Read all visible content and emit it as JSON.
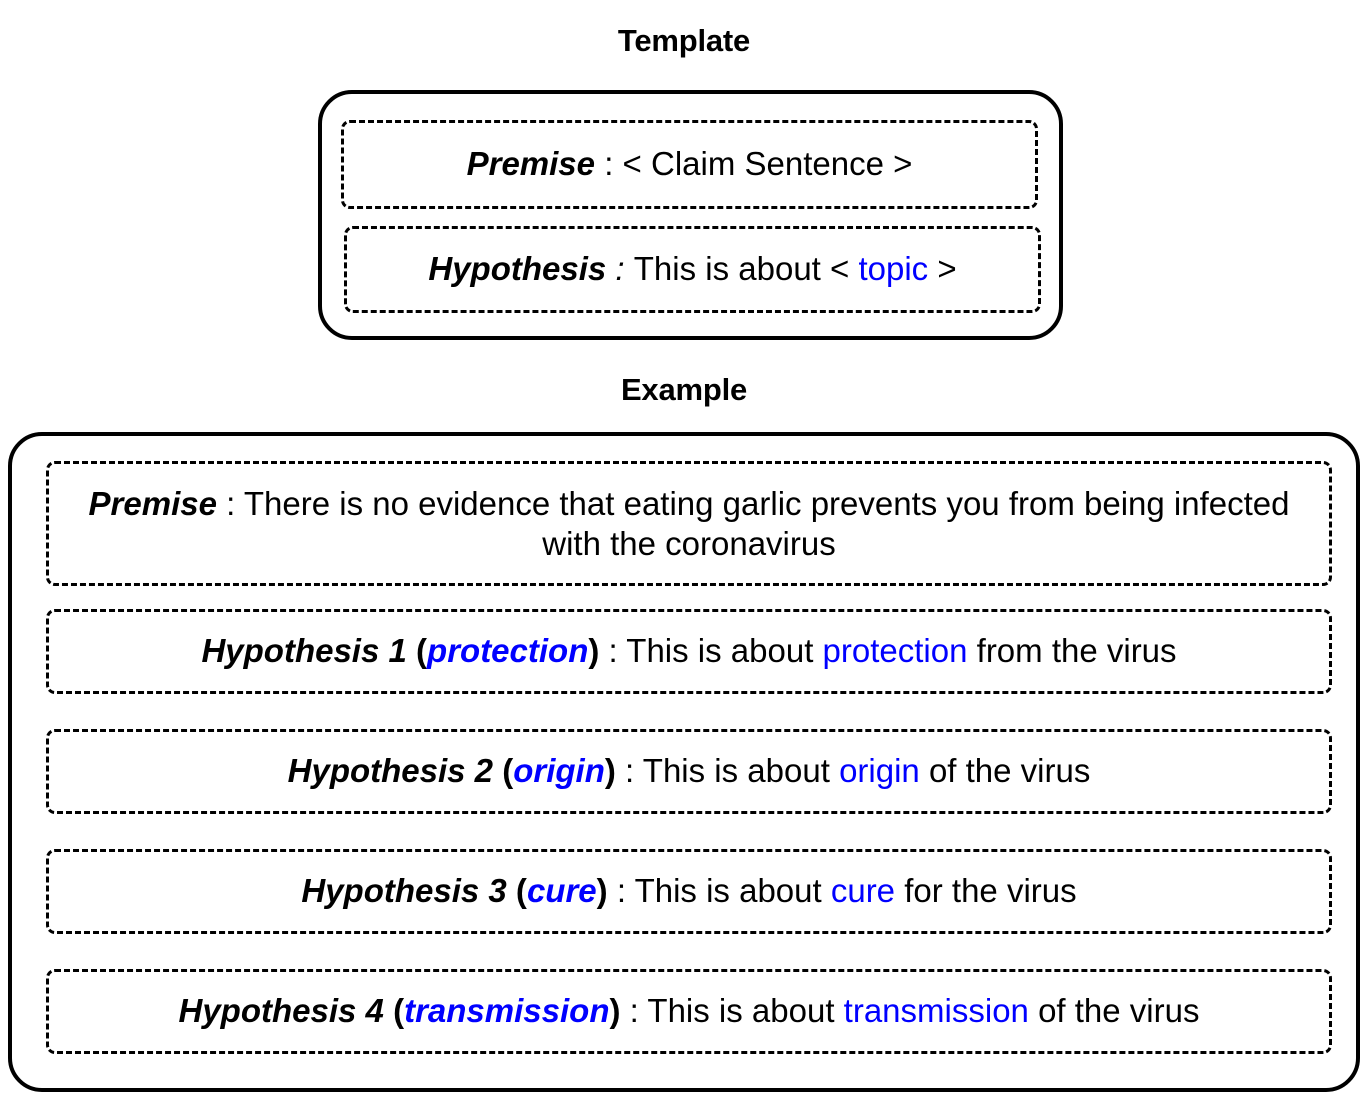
{
  "colors": {
    "topic_blue": "#0000FF",
    "text_black": "#000000",
    "background": "#FFFFFF"
  },
  "template": {
    "title": "Template",
    "premise": {
      "label": "Premise",
      "separator": " : ",
      "value": "< Claim Sentence >"
    },
    "hypothesis": {
      "label": "Hypothesis",
      "separator": " : ",
      "prefix": "This is about ",
      "open_angle": "< ",
      "topic": "topic",
      "close_angle": " >"
    }
  },
  "example": {
    "title": "Example",
    "premise": {
      "label": "Premise",
      "separator": " : ",
      "value": "There is no evidence that eating garlic prevents you from being infected with the coronavirus"
    },
    "hypotheses": [
      {
        "label": "Hypothesis 1",
        "open_paren": " (",
        "topic_tag": "protection",
        "close_paren": ")",
        "separator": " : ",
        "prefix": "This is about ",
        "topic": "protection",
        "suffix": " from the virus"
      },
      {
        "label": "Hypothesis 2",
        "open_paren": " (",
        "topic_tag": "origin",
        "close_paren": ")",
        "separator": " : ",
        "prefix": "This is about ",
        "topic": "origin",
        "suffix": " of the virus"
      },
      {
        "label": "Hypothesis 3",
        "open_paren": " (",
        "topic_tag": "cure",
        "close_paren": ")",
        "separator": " : ",
        "prefix": "This is about ",
        "topic": "cure",
        "suffix": " for the virus"
      },
      {
        "label": "Hypothesis 4",
        "open_paren": " (",
        "topic_tag": "transmission",
        "close_paren": ")",
        "separator": " : ",
        "prefix": "This is about ",
        "topic": "transmission",
        "suffix": " of the virus"
      }
    ]
  }
}
